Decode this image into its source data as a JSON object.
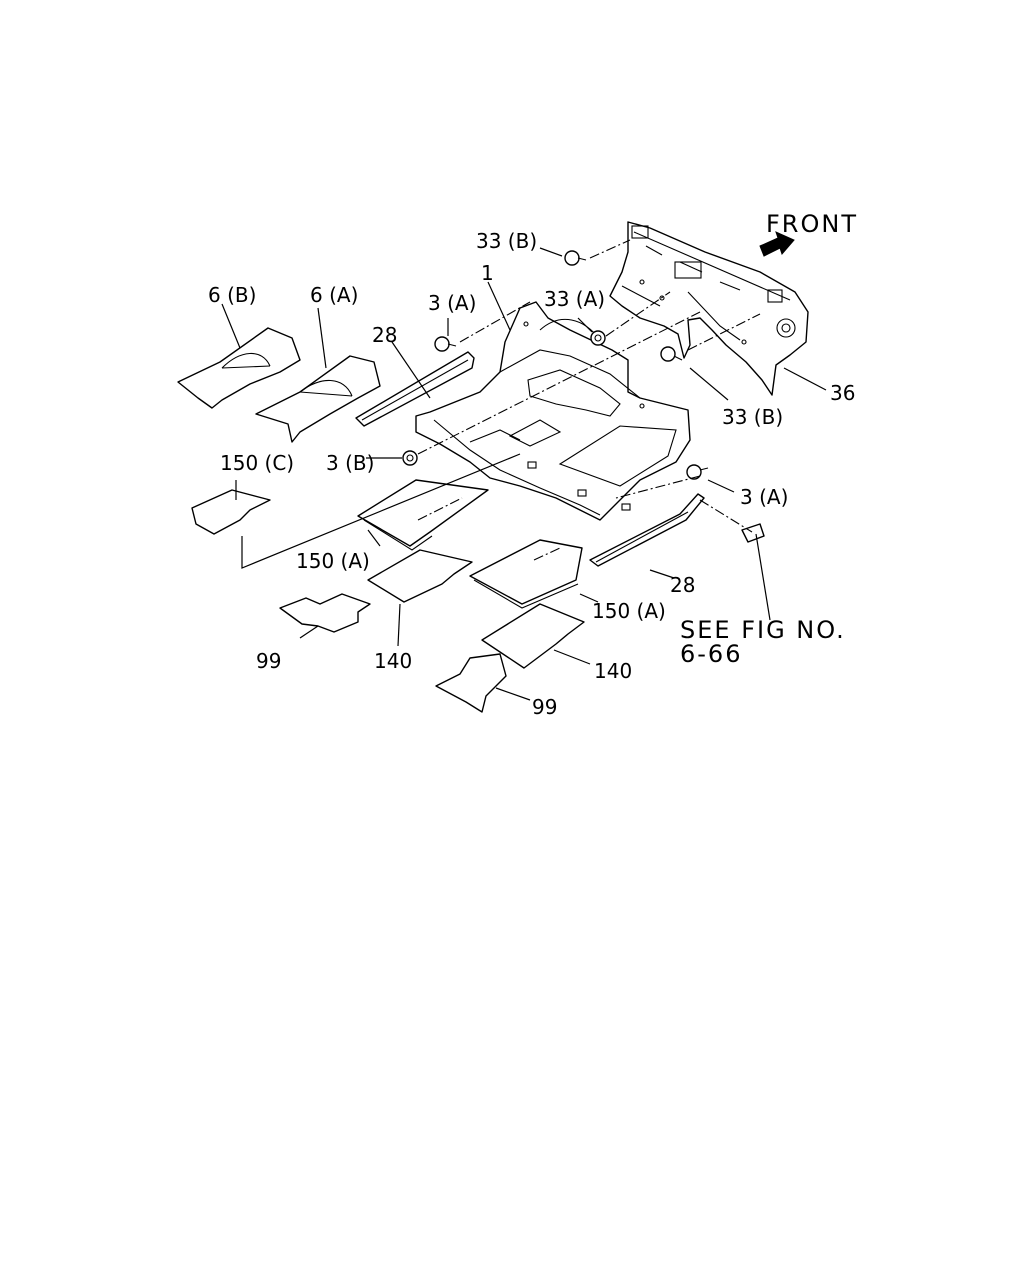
{
  "direction_label": "FRONT",
  "direction_arrow_icon": "front-arrow-icon",
  "reference_note": [
    "SEE FIG NO.",
    "6-66"
  ],
  "callouts": {
    "c1": "1",
    "c3a_upper": "3 (A)",
    "c3a_lower": "3 (A)",
    "c3b": "3 (B)",
    "c6a": "6 (A)",
    "c6b": "6 (B)",
    "c28_left": "28",
    "c28_right": "28",
    "c33a": "33 (A)",
    "c33b_top": "33 (B)",
    "c33b_right": "33 (B)",
    "c36": "36",
    "c99_left": "99",
    "c99_right": "99",
    "c140_left": "140",
    "c140_right": "140",
    "c150a_left": "150 (A)",
    "c150a_right": "150 (A)",
    "c150c": "150 (C)"
  }
}
